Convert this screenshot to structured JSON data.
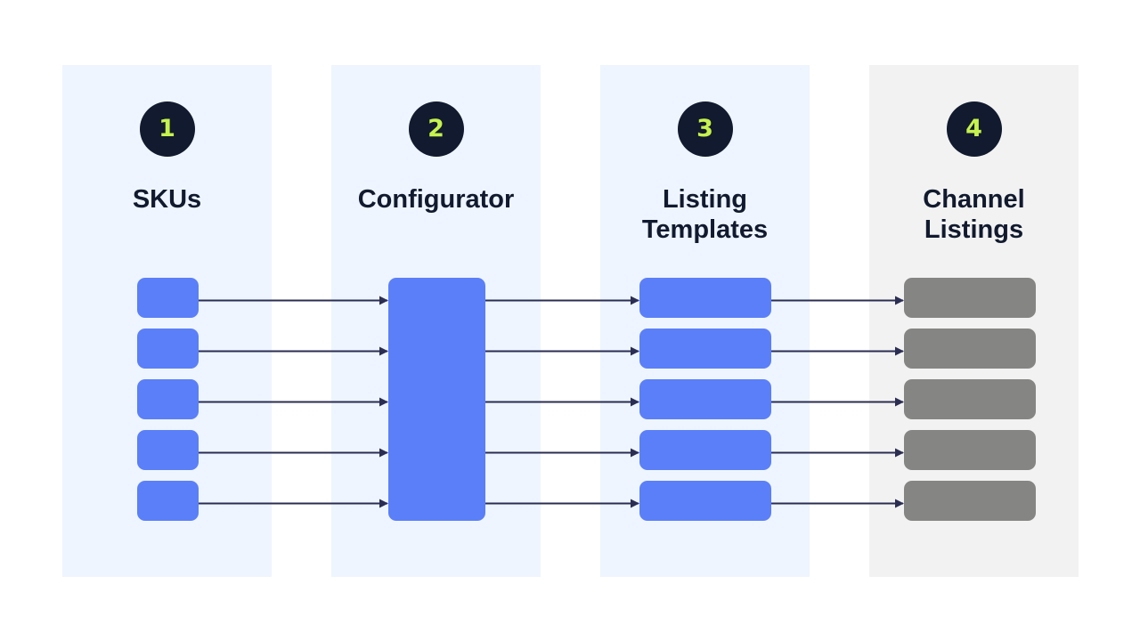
{
  "steps": [
    {
      "number": "1",
      "title_lines": [
        "SKUs"
      ]
    },
    {
      "number": "2",
      "title_lines": [
        "Configurator"
      ]
    },
    {
      "number": "3",
      "title_lines": [
        "Listing",
        "Templates"
      ]
    },
    {
      "number": "4",
      "title_lines": [
        "Channel",
        "Listings"
      ]
    }
  ],
  "colors": {
    "column_bg": "#eef5fe",
    "column_bg_final": "#f2f2f2",
    "badge_bg": "#111a2e",
    "badge_text": "#c6f24e",
    "title_text": "#111a2e",
    "box_blue": "#5b7ff8",
    "box_gray": "#858583",
    "arrow": "#2b2d52"
  },
  "flow": {
    "sku_count": 5,
    "configurator_count": 1,
    "template_count": 5,
    "channel_listing_count": 5
  }
}
